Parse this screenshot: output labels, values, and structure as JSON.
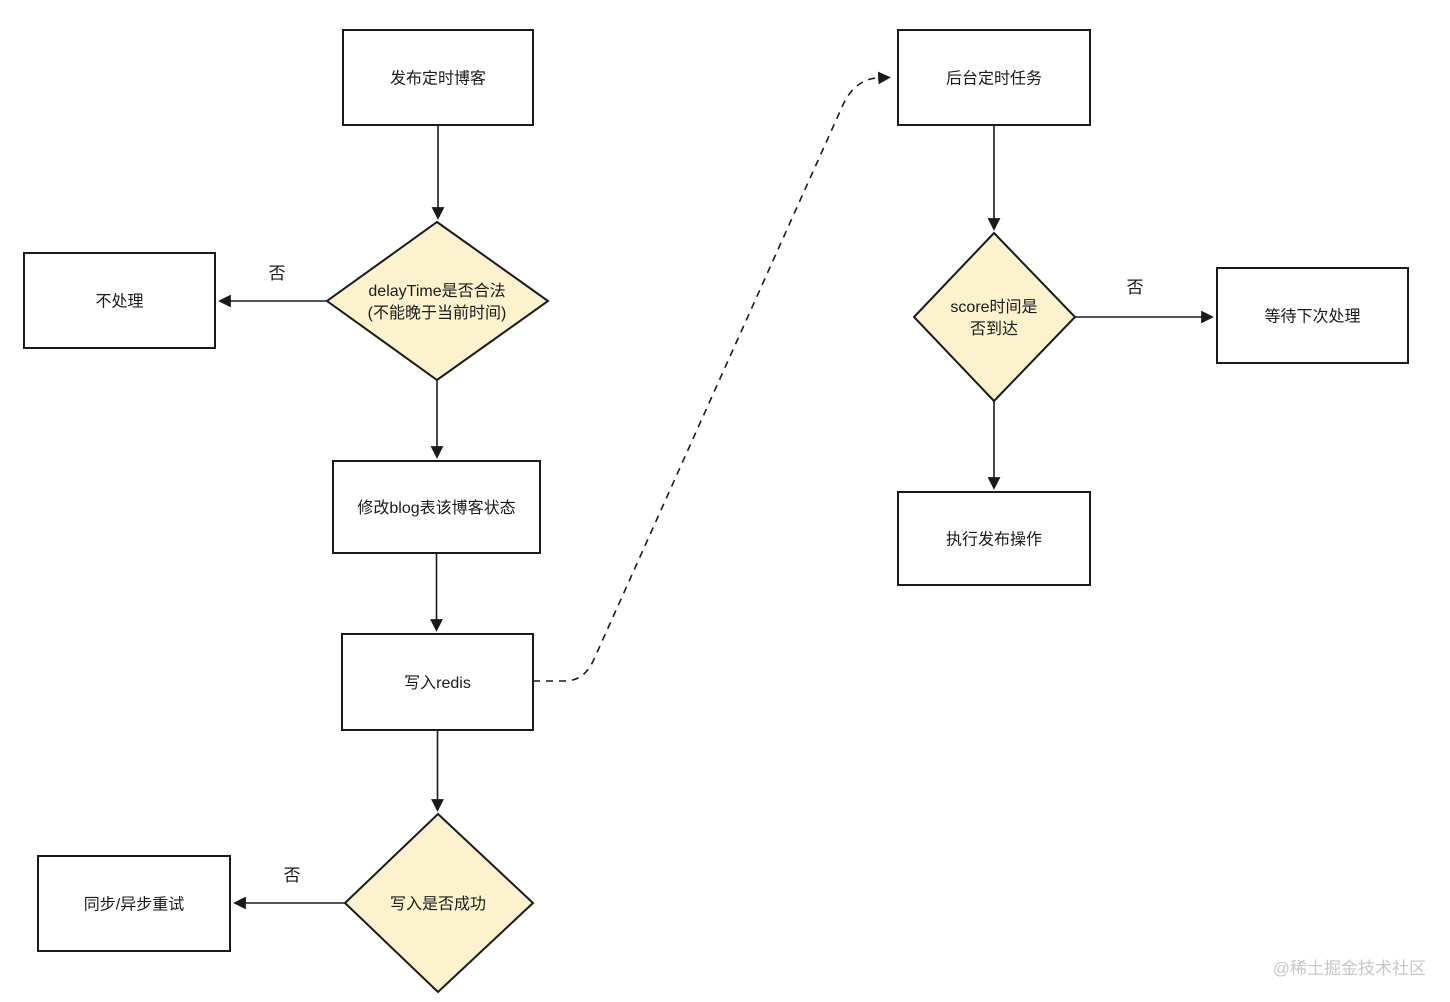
{
  "diagram": {
    "watermark": "@稀土掘金技术社区",
    "colors": {
      "background": "#ffffff",
      "process_fill": "#ffffff",
      "decision_fill": "#fdf2ce",
      "stroke": "#1a1a1a",
      "text": "#1a1a1a",
      "watermark_text": "#c8c8c8"
    },
    "nodes": {
      "publish_scheduled_blog": {
        "type": "process",
        "label": "发布定时博客"
      },
      "delaytime_valid": {
        "type": "decision",
        "label_line1": "delayTime是否合法",
        "label_line2": "(不能晚于当前时间)"
      },
      "no_action": {
        "type": "process",
        "label": "不处理"
      },
      "update_blog_status": {
        "type": "process",
        "label": "修改blog表该博客状态"
      },
      "write_redis": {
        "type": "process",
        "label": "写入redis"
      },
      "write_success": {
        "type": "decision",
        "label": "写入是否成功"
      },
      "sync_async_retry": {
        "type": "process",
        "label": "同步/异步重试"
      },
      "background_task": {
        "type": "process",
        "label": "后台定时任务"
      },
      "score_time_reached": {
        "type": "decision",
        "label_line1": "score时间是",
        "label_line2": "否到达"
      },
      "wait_next_round": {
        "type": "process",
        "label": "等待下次处理"
      },
      "execute_publish": {
        "type": "process",
        "label": "执行发布操作"
      }
    },
    "edge_labels": {
      "delaytime_no": "否",
      "write_fail_no": "否",
      "score_no": "否"
    }
  }
}
